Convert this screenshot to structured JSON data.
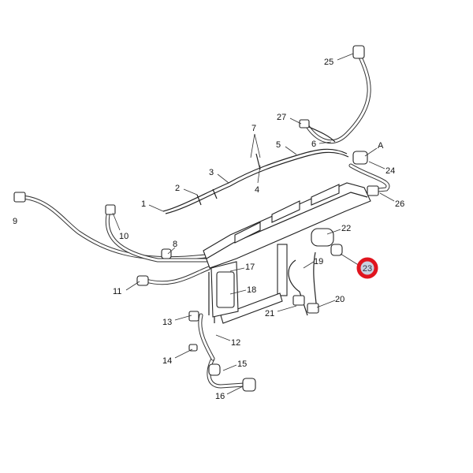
{
  "diagram": {
    "callouts": [
      "1",
      "2",
      "3",
      "4",
      "5",
      "6",
      "7",
      "8",
      "9",
      "10",
      "11",
      "12",
      "13",
      "14",
      "15",
      "16",
      "17",
      "18",
      "19",
      "20",
      "21",
      "22",
      "23",
      "24",
      "25",
      "26",
      "27",
      "A"
    ],
    "highlighted_callout": "23",
    "highlight_color": "#e0141e",
    "highlight_fill": "#c9d1e0"
  }
}
